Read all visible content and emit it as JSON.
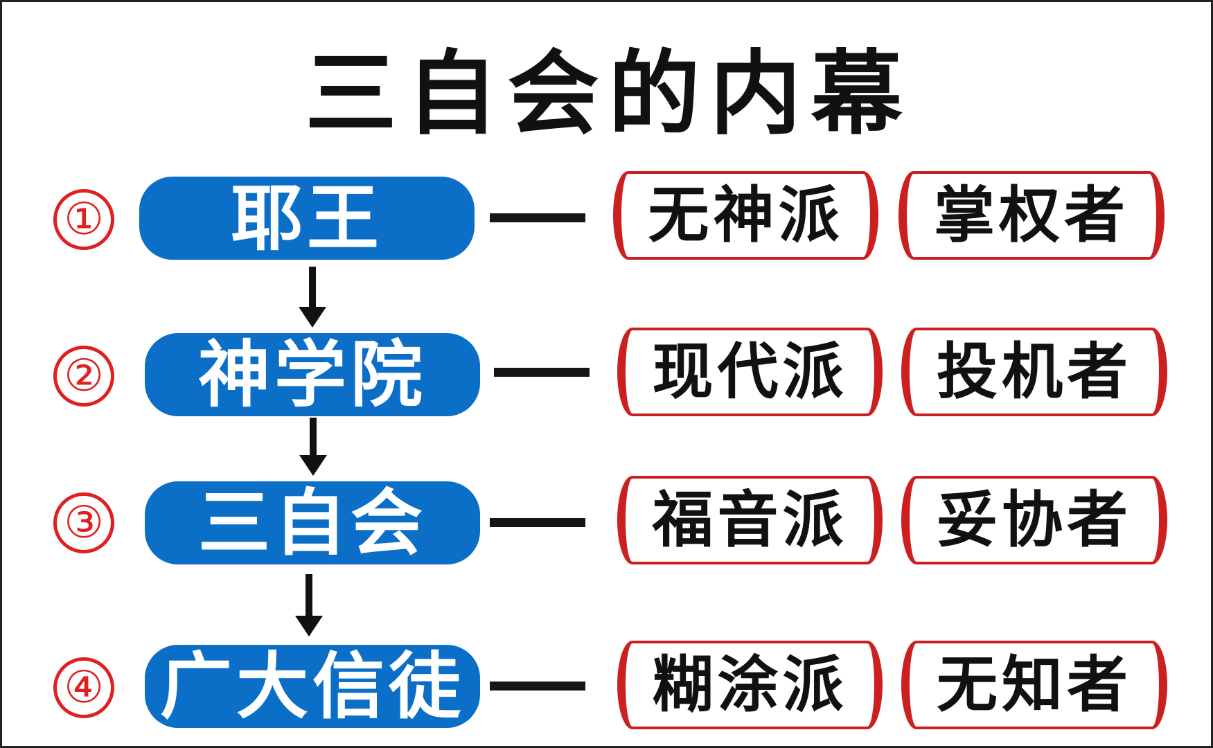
{
  "title": "三自会的内幕",
  "colors": {
    "pill_blue": "#0b6fc7",
    "number_red": "#e02020",
    "tag_border_red": "#cc1f1f",
    "text_dark": "#111111"
  },
  "rows": [
    {
      "number": "①",
      "label": "耶王",
      "faction": "无神派",
      "role": "掌权者"
    },
    {
      "number": "②",
      "label": "神学院",
      "faction": "现代派",
      "role": "投机者"
    },
    {
      "number": "③",
      "label": "三自会",
      "faction": "福音派",
      "role": "妥协者"
    },
    {
      "number": "④",
      "label": "广大信徒",
      "faction": "糊涂派",
      "role": "无知者"
    }
  ]
}
